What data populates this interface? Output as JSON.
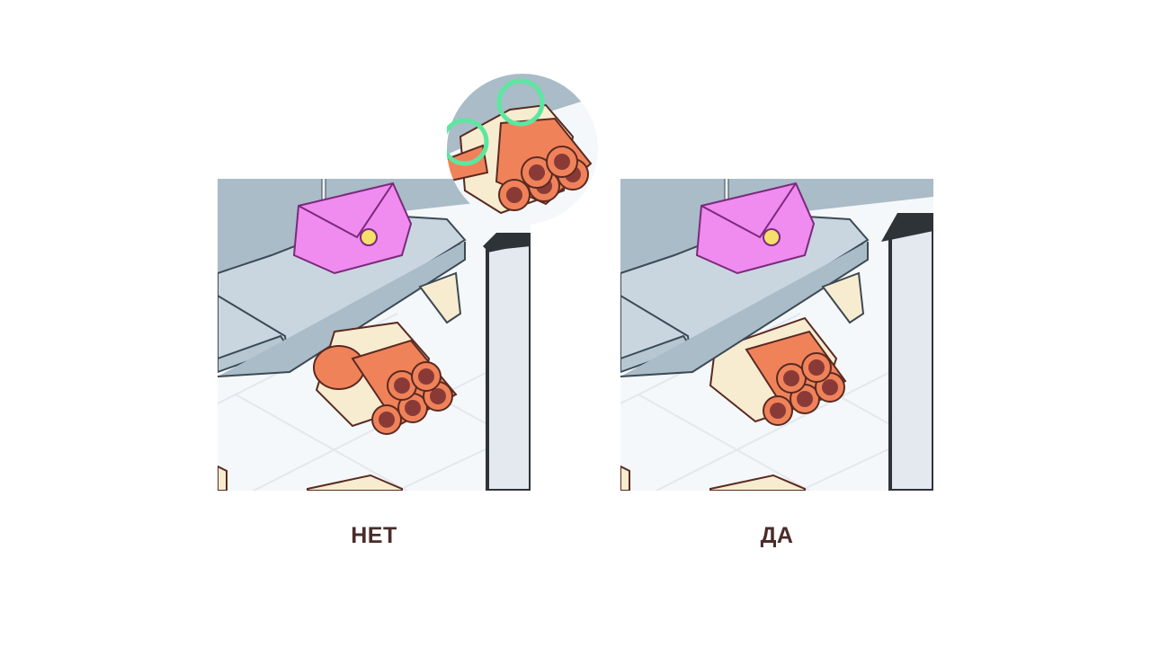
{
  "captions": {
    "wrong": "НЕТ",
    "right": "ДА"
  },
  "colors": {
    "text": "#4a2c2a",
    "highlight_ring": "#5ee6a0",
    "wall": "#a9bcc8",
    "floor": "#f5f8fa",
    "bench_top": "#c9d6df",
    "bag": "#f08bf0",
    "rolls": "#f0825a",
    "roll_inner": "#8a3a36",
    "wrap": "#f8ecd0"
  },
  "icons": {
    "bag": "handbag-illustration",
    "rolls": "rolled-mats-illustration",
    "zoom": "magnifier-circle",
    "ring": "highlight-circle"
  }
}
